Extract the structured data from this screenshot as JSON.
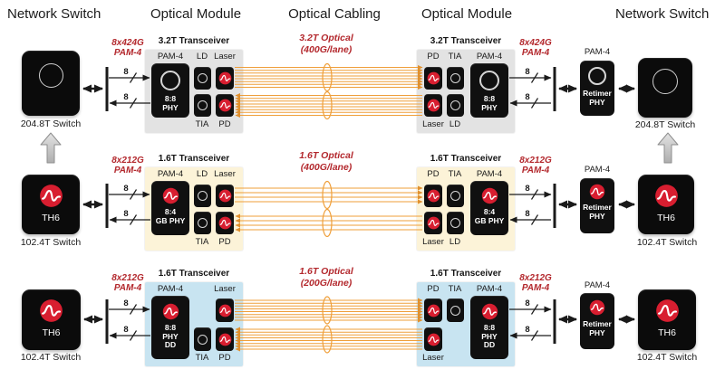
{
  "headers": [
    "Network Switch",
    "Optical Module",
    "Optical Cabling",
    "Optical Module",
    "Network Switch"
  ],
  "bus_width_label": "8",
  "colors": {
    "accent_red": "#b3282d",
    "logo_red": "#d81e30",
    "fiber_orange": "#ef9f3a",
    "transceiver_gray": "#e3e3e3",
    "transceiver_cream": "#fcf3d8",
    "transceiver_blue": "#c8e4f1"
  },
  "rows": [
    {
      "left_switch_label": "204.8T Switch",
      "right_switch_label": "204.8T Switch",
      "lane_label": [
        "8x424G",
        "PAM-4"
      ],
      "tx_title": "3.2T Transceiver",
      "optical_label": [
        "3.2T Optical",
        "(400G/lane)"
      ],
      "fiber_count": 8,
      "labels": {
        "pam4": "PAM-4",
        "ld": "LD",
        "laser": "Laser",
        "tia": "TIA",
        "pd": "PD"
      },
      "phy_lines": [
        "8:8",
        "PHY"
      ],
      "retimer_label": "PAM-4",
      "retimer_lines": [
        "Retimer",
        "PHY"
      ]
    },
    {
      "left_switch_label": "102.4T Switch",
      "right_switch_label": "102.4T Switch",
      "switch_chip_text": "TH6",
      "lane_label": [
        "8x212G",
        "PAM-4"
      ],
      "tx_title": "1.6T Transceiver",
      "optical_label": [
        "1.6T Optical",
        "(400G/lane)"
      ],
      "fiber_count": 4,
      "labels": {
        "pam4": "PAM-4",
        "ld": "LD",
        "laser": "Laser",
        "tia": "TIA",
        "pd": "PD"
      },
      "phy_lines": [
        "8:4",
        "GB PHY"
      ],
      "retimer_label": "PAM-4",
      "retimer_lines": [
        "Retimer",
        "PHY"
      ]
    },
    {
      "left_switch_label": "102.4T Switch",
      "right_switch_label": "102.4T Switch",
      "switch_chip_text": "TH6",
      "lane_label": [
        "8x212G",
        "PAM-4"
      ],
      "tx_title": "1.6T Transceiver",
      "optical_label": [
        "1.6T Optical",
        "(200G/lane)"
      ],
      "fiber_count": 8,
      "labels": {
        "pam4": "PAM-4",
        "laser": "Laser",
        "tia": "TIA",
        "pd": "PD"
      },
      "phy_lines": [
        "8:8",
        "PHY",
        "DD"
      ],
      "retimer_label": "PAM-4",
      "retimer_lines": [
        "Retimer",
        "PHY"
      ]
    }
  ]
}
